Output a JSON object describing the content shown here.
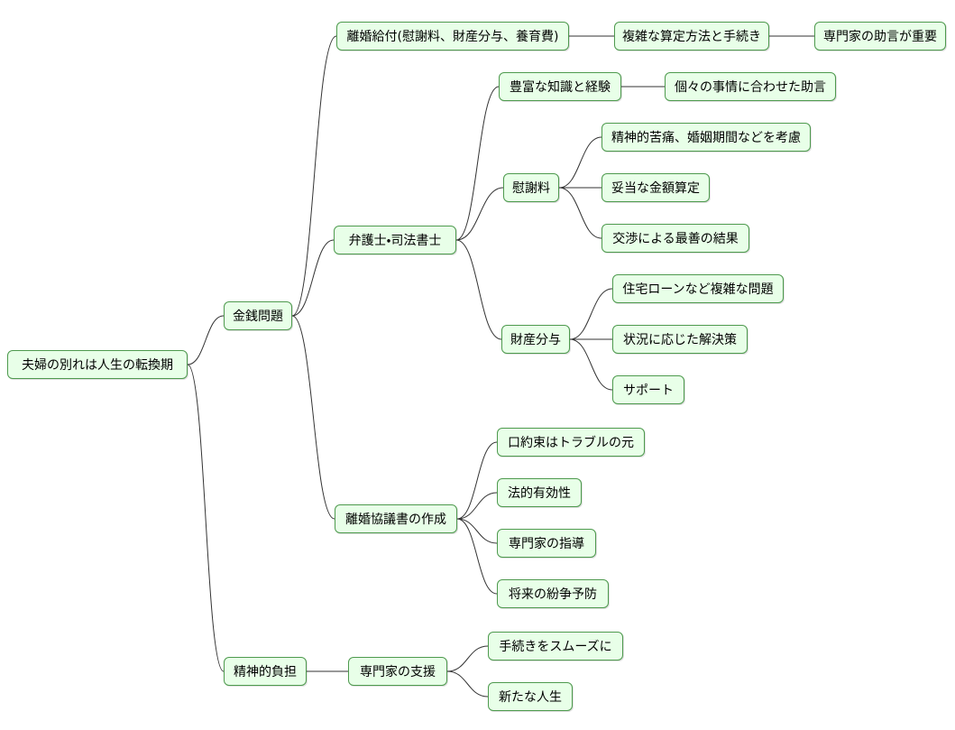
{
  "theme": {
    "background": "#ffffff",
    "node_fill": "#e8ffe8",
    "node_border": "#4e9a4e",
    "edge_color": "#333333",
    "text_color": "#000000"
  },
  "nodes": {
    "root": "夫婦の別れは人生の転換期",
    "money_issues": "金銭問題",
    "divorce_benefits": "離婚給付(慰謝料、財産分与、養育費)",
    "complex_calculation": "複雑な算定方法と手続き",
    "expert_advice_important": "専門家の助言が重要",
    "lawyer_scrivener": "弁護士・司法書士",
    "knowledge_experience": "豊富な知識と経験",
    "individual_advice": "個々の事情に合わせた助言",
    "consolation_money": "慰謝料",
    "mental_suffering_considered": "精神的苦痛、婚姻期間などを考慮",
    "appropriate_amount": "妥当な金額算定",
    "negotiation_result": "交渉による最善の結果",
    "property_division": "財産分与",
    "housing_loan_issues": "住宅ローンなど複雑な問題",
    "situational_solutions": "状況に応じた解決策",
    "support": "サポート",
    "divorce_agreement": "離婚協議書の作成",
    "verbal_promise_trouble": "口約束はトラブルの元",
    "legal_validity": "法的有効性",
    "expert_guidance": "専門家の指導",
    "dispute_prevention": "将来の紛争予防",
    "mental_burden": "精神的負担",
    "expert_support": "専門家の支援",
    "smooth_procedures": "手続きをスムーズに",
    "new_life": "新たな人生"
  },
  "edges": [
    [
      "root",
      "money_issues"
    ],
    [
      "root",
      "mental_burden"
    ],
    [
      "money_issues",
      "divorce_benefits"
    ],
    [
      "money_issues",
      "lawyer_scrivener"
    ],
    [
      "money_issues",
      "divorce_agreement"
    ],
    [
      "divorce_benefits",
      "complex_calculation"
    ],
    [
      "complex_calculation",
      "expert_advice_important"
    ],
    [
      "lawyer_scrivener",
      "knowledge_experience"
    ],
    [
      "lawyer_scrivener",
      "consolation_money"
    ],
    [
      "lawyer_scrivener",
      "property_division"
    ],
    [
      "knowledge_experience",
      "individual_advice"
    ],
    [
      "consolation_money",
      "mental_suffering_considered"
    ],
    [
      "consolation_money",
      "appropriate_amount"
    ],
    [
      "consolation_money",
      "negotiation_result"
    ],
    [
      "property_division",
      "housing_loan_issues"
    ],
    [
      "property_division",
      "situational_solutions"
    ],
    [
      "property_division",
      "support"
    ],
    [
      "divorce_agreement",
      "verbal_promise_trouble"
    ],
    [
      "divorce_agreement",
      "legal_validity"
    ],
    [
      "divorce_agreement",
      "expert_guidance"
    ],
    [
      "divorce_agreement",
      "dispute_prevention"
    ],
    [
      "mental_burden",
      "expert_support"
    ],
    [
      "expert_support",
      "smooth_procedures"
    ],
    [
      "expert_support",
      "new_life"
    ]
  ]
}
